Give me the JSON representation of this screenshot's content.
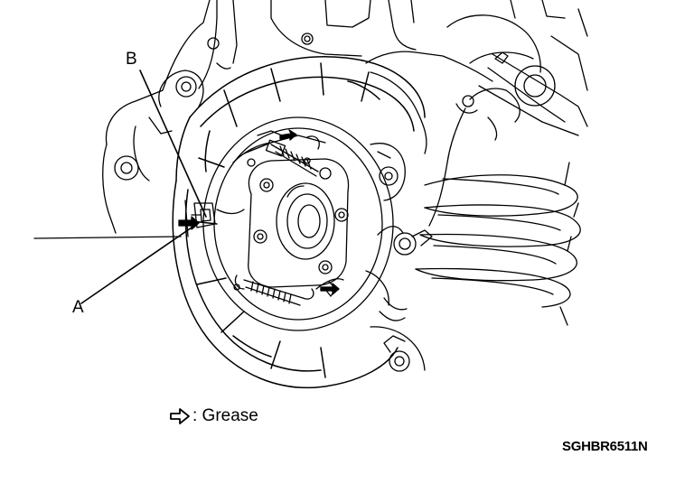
{
  "labels": {
    "a": "A",
    "b": "B"
  },
  "legend": {
    "icon": "grease-arrow-icon",
    "text": ": Grease"
  },
  "figure_code": "SGHBR6511N"
}
